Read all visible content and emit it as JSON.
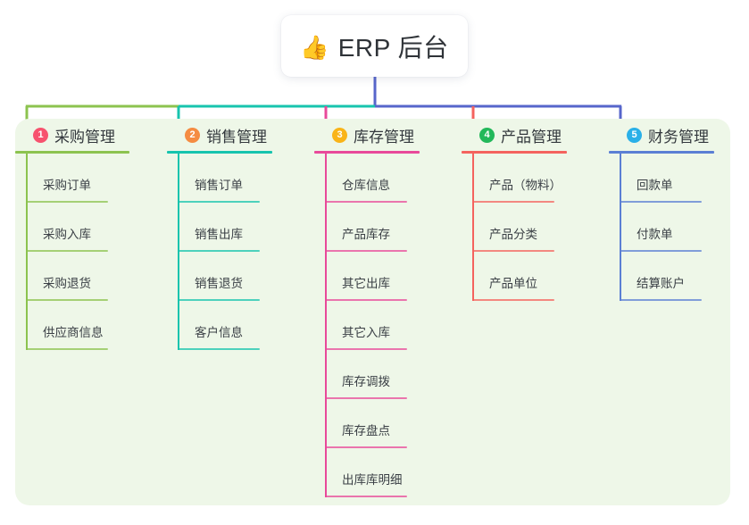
{
  "root": {
    "icon": "thumbs-up-icon",
    "emoji": "👍",
    "title": "ERP 后台"
  },
  "palette": {
    "panel_bg": "#eef7e8",
    "page_bg": "#ffffff",
    "card_bg": "#ffffff",
    "trunk": "#5766cb",
    "text": "#33383d"
  },
  "columns": [
    {
      "number": "1",
      "title": "采购管理",
      "color": "#8cc34f",
      "badge_color": "#f7526e",
      "items": [
        {
          "label": "采购订单"
        },
        {
          "label": "采购入库"
        },
        {
          "label": "采购退货"
        },
        {
          "label": "供应商信息"
        }
      ]
    },
    {
      "number": "2",
      "title": "销售管理",
      "color": "#17c4ae",
      "badge_color": "#f58c42",
      "items": [
        {
          "label": "销售订单"
        },
        {
          "label": "销售出库"
        },
        {
          "label": "销售退货"
        },
        {
          "label": "客户信息"
        }
      ]
    },
    {
      "number": "3",
      "title": "库存管理",
      "color": "#e8499a",
      "badge_color": "#f9b418",
      "items": [
        {
          "label": "仓库信息"
        },
        {
          "label": "产品库存"
        },
        {
          "label": "其它出库"
        },
        {
          "label": "其它入库"
        },
        {
          "label": "库存调拨"
        },
        {
          "label": "库存盘点"
        },
        {
          "label": "出库库明细"
        }
      ]
    },
    {
      "number": "4",
      "title": "产品管理",
      "color": "#f4635e",
      "badge_color": "#22b85a",
      "items": [
        {
          "label": "产品（物料）"
        },
        {
          "label": "产品分类"
        },
        {
          "label": "产品单位"
        }
      ]
    },
    {
      "number": "5",
      "title": "财务管理",
      "color": "#5b7fd4",
      "badge_color": "#2ab0e8",
      "items": [
        {
          "label": "回款单"
        },
        {
          "label": "付款单"
        },
        {
          "label": "结算账户"
        }
      ]
    }
  ]
}
